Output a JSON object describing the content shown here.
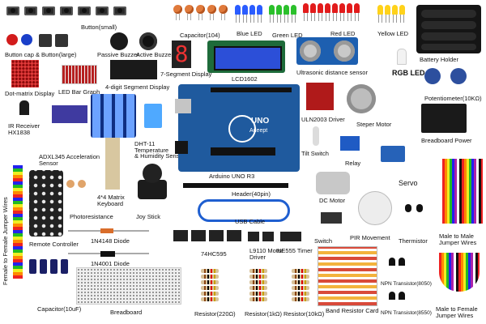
{
  "labels": {
    "button_small": "Button(small)",
    "button_cap": "Button cap & Button(large)",
    "passive_buzzer": "Passive Buzzer",
    "active_buzzer": "Active Buzzer",
    "capacitor_104": "Capacitor(104)",
    "blue_led": "Blue LED",
    "green_led": "Green LED",
    "red_led": "Red LED",
    "yellow_led": "Yellow LED",
    "battery_holder": "Battery Holder",
    "seven_segment": "7-Segment Display",
    "lcd1602": "LCD1602",
    "ultrasonic": "Ultrasonic distance sensor",
    "rgb_led": "RGB LED",
    "dot_matrix": "Dot-matrix Display",
    "led_bar": "LED Bar Graph",
    "four_digit": "4-digit Segment Display",
    "potentiometer": "Potentiometer(10KΩ)",
    "uln2003": "ULN2003 Driver",
    "stepper": "Steper Motor",
    "breadboard_power": "Breadboard Power",
    "ir_receiver": "IR Receiver\nHX1838",
    "adxl345": "ADXL345 Acceleration\nSensor",
    "dht11": "DHT-11\nTemperature\n& Humidity Sensor",
    "tilt_switch": "Tilt Switch",
    "relay": "Relay",
    "arduino": "Arduino UNO R3",
    "servo": "Servo",
    "matrix_keyboard": "4*4 Matrix\nKeyboard",
    "photoresistance": "Photoresistance",
    "joystick": "Joy Stick",
    "header": "Header(40pin)",
    "dc_motor": "DC Motor",
    "usb_cable": "USB Cable",
    "female_female": "Female to Female Jumper Wires",
    "remote": "Remote Controller",
    "diode_4148": "1N4148 Diode",
    "diode_4001": "1N4001 Diode",
    "hc595": "74HC595",
    "l9110": "L9110 Motor\nDriver",
    "ne555": "NE555 Timer",
    "switch": "Switch",
    "pir": "PIR Movement",
    "thermistor": "Thermistor",
    "male_male": "Male to Male\nJumper Wires",
    "capacitor_10uf": "Capacitor(10uF)",
    "breadboard": "Breadboard",
    "res_220": "Resistor(220Ω)",
    "res_1k": "Resistor(1kΩ)",
    "res_10k": "Resistor(10kΩ)",
    "band_card": "Band Resistor Card",
    "npn_8050": "NPN Transistor(8050)",
    "npn_8550": "NPN Transistor(8550)",
    "male_female": "Male to Female\nJumper Wires",
    "uno_logo": "UNO",
    "adeept": "Adeept",
    "seg_digit": "8"
  },
  "colors": {
    "pcb_blue": "#1f5a9e",
    "board_dark": "#1c1c1c",
    "lcd_blue": "#2c4fd8",
    "breadboard": "#efefef",
    "red_pcb": "#b01a1a",
    "green_pcb": "#1e6b3a"
  }
}
